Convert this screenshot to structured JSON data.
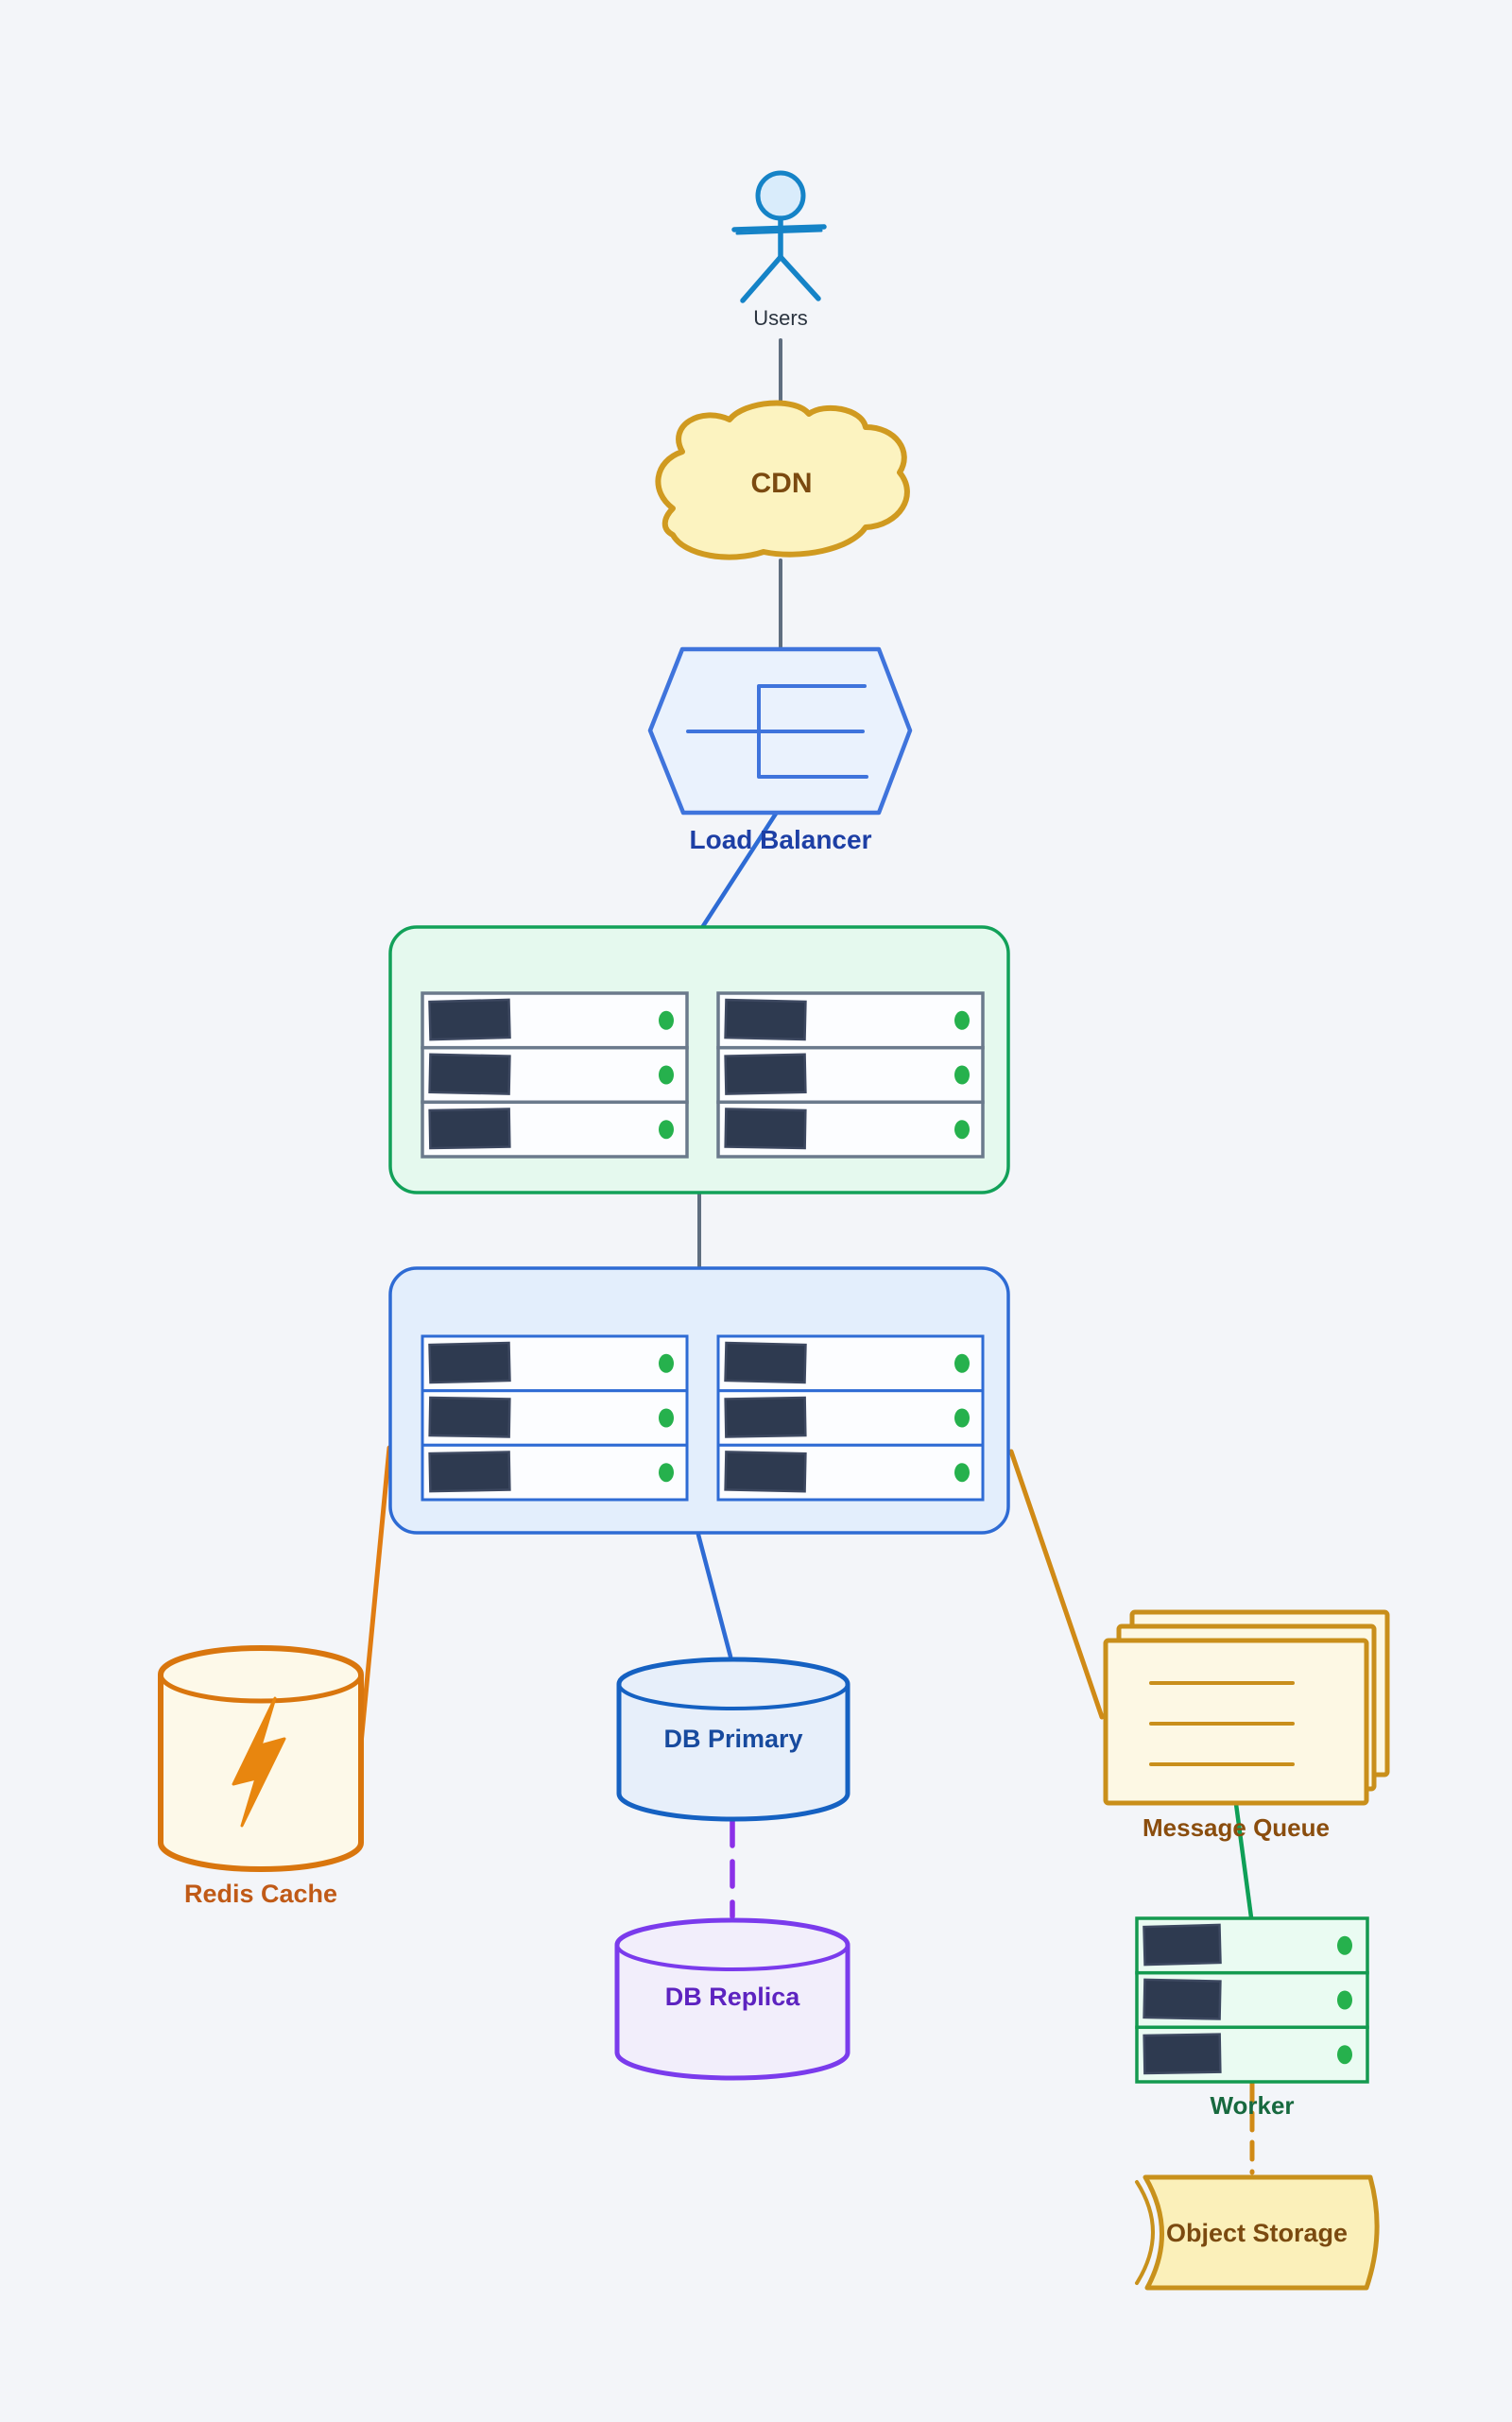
{
  "nodes": {
    "users": {
      "label": "Users",
      "type": "actor"
    },
    "cdn": {
      "label": "CDN",
      "type": "cloud"
    },
    "load_balancer": {
      "label": "Load Balancer",
      "type": "hexagon",
      "icon": "load-balancer-icon"
    },
    "web_server_group": {
      "label": "",
      "type": "container",
      "accent": "green",
      "server_racks": 2,
      "units_per_rack": 3,
      "status_leds_per_rack": 3
    },
    "app_server_group": {
      "label": "",
      "type": "container",
      "accent": "blue",
      "server_racks": 2,
      "units_per_rack": 3,
      "status_leds_per_rack": 3
    },
    "redis_cache": {
      "label": "Redis Cache",
      "type": "cylinder",
      "icon": "lightning-bolt-icon"
    },
    "db_primary": {
      "label": "DB Primary",
      "type": "cylinder"
    },
    "db_replica": {
      "label": "DB Replica",
      "type": "cylinder"
    },
    "message_queue": {
      "label": "Message Queue",
      "type": "stacked-sheets",
      "sheets": 3,
      "message_lines": 3
    },
    "worker": {
      "label": "Worker",
      "type": "server-rack",
      "units": 3,
      "status_leds": 3
    },
    "object_storage": {
      "label": "Object Storage",
      "type": "scroll"
    }
  },
  "edges": [
    {
      "from": "users",
      "to": "cdn",
      "style": "solid",
      "color": "gray"
    },
    {
      "from": "cdn",
      "to": "load_balancer",
      "style": "solid",
      "color": "gray"
    },
    {
      "from": "load_balancer",
      "to": "web_server_group",
      "style": "solid",
      "color": "blue"
    },
    {
      "from": "web_server_group",
      "to": "app_server_group",
      "style": "solid",
      "color": "gray"
    },
    {
      "from": "app_server_group",
      "to": "redis_cache",
      "style": "solid",
      "color": "orange"
    },
    {
      "from": "app_server_group",
      "to": "db_primary",
      "style": "solid",
      "color": "blue"
    },
    {
      "from": "app_server_group",
      "to": "message_queue",
      "style": "solid",
      "color": "gold"
    },
    {
      "from": "db_primary",
      "to": "db_replica",
      "style": "dashed",
      "color": "purple"
    },
    {
      "from": "message_queue",
      "to": "worker",
      "style": "solid",
      "color": "green"
    },
    {
      "from": "worker",
      "to": "object_storage",
      "style": "dashed",
      "color": "gold"
    }
  ],
  "icons": {
    "load_balancer_glyph": "load-balancer-icon",
    "redis_glyph": "lightning-bolt-icon",
    "server_status_glyph": "status-led-icon"
  },
  "colors": {
    "bg": "#f3f5f9",
    "actor-stroke": "#1583c7",
    "actor-head-fill": "#d9ecfb",
    "users-text": "#2b3440",
    "cdn-fill": "#fcf3c0",
    "cdn-stroke": "#d09a20",
    "cdn-text": "#7b4a10",
    "lb-fill": "#eaf2fd",
    "lb-stroke": "#3f74dc",
    "lb-text": "#1d3fa5",
    "web-fill": "#e5f9ee",
    "web-stroke": "#12a159",
    "app-fill": "#e3eefc",
    "app-stroke": "#2e6bd4",
    "rack-fill": "#fcfdff",
    "rack-gray": "#6b7a8c",
    "panel": "#2e3a50",
    "led": "#26b14d",
    "redis-fill": "#fdf9e9",
    "redis-stroke": "#d9760e",
    "redis-text": "#c05a17",
    "bolt": "#e8860f",
    "dbp-fill": "#e7effa",
    "dbp-stroke": "#1561c2",
    "dbp-text": "#174a9e",
    "dbr-fill": "#f2eefb",
    "dbr-stroke": "#7a3bec",
    "dbr-text": "#5d23c0",
    "mq-fill": "#fdf8e4",
    "mq-stroke": "#c98f1b",
    "mq-text": "#8a4d0e",
    "worker-row-fill": "#eafbf2",
    "worker-stroke": "#149a50",
    "worker-text": "#17693f",
    "storage-fill": "#fbf0ba",
    "storage-stroke": "#c8911c",
    "storage-text": "#7b4a10",
    "edge-gray": "#5f6e80",
    "edge-blue": "#2e6bd4",
    "edge-orange": "#e07c12",
    "edge-gold": "#d08a16",
    "edge-green": "#0e9f57",
    "edge-purple": "#8b30e8"
  }
}
